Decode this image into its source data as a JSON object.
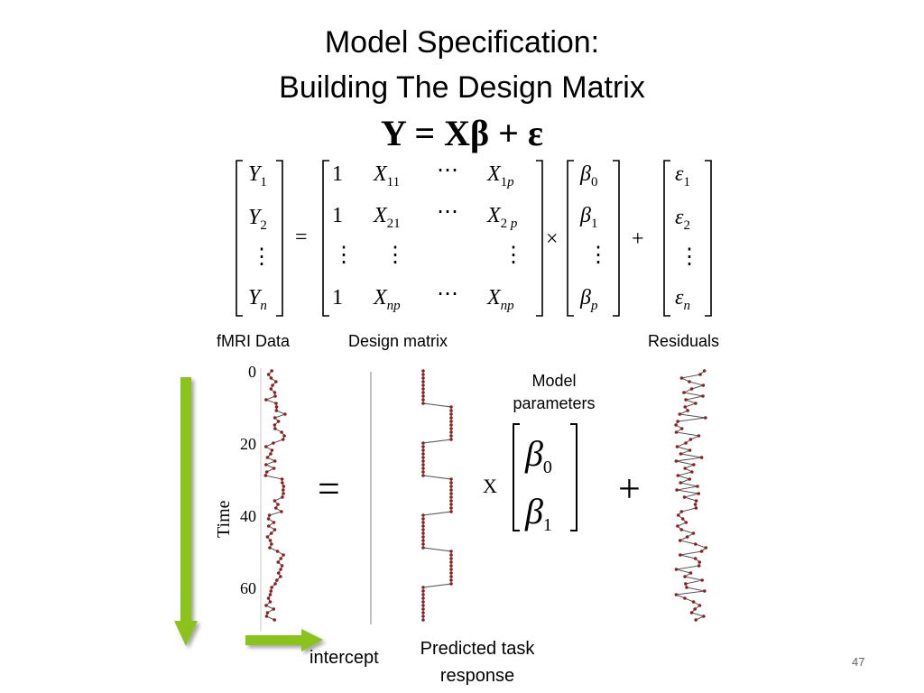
{
  "slide": {
    "title_line1": "Model Specification:",
    "title_line2": "Building The Design Matrix",
    "equation_main": "Y = Xβ + ε",
    "page_number": "47"
  },
  "matrix_equation": {
    "Y": [
      "Y1",
      "Y2",
      "⋮",
      "Yn"
    ],
    "X_rows": [
      [
        "1",
        "X11",
        "⋯",
        "X1p"
      ],
      [
        "1",
        "X21",
        "⋯",
        "X2p"
      ],
      [
        "⋮",
        "⋮",
        "",
        "⋮"
      ],
      [
        "1",
        "Xnp",
        "⋯",
        "Xnp"
      ]
    ],
    "beta": [
      "β0",
      "β1",
      "⋮",
      "βp"
    ],
    "epsilon": [
      "ε1",
      "ε2",
      "⋮",
      "εn"
    ],
    "equals": "=",
    "times": "×",
    "plus": "+"
  },
  "labels": {
    "fmri_data": "fMRI Data",
    "design_matrix": "Design matrix",
    "residuals": "Residuals",
    "model_parameters_line1": "Model",
    "model_parameters_line2": "parameters",
    "time_axis": "Time",
    "intercept": "intercept",
    "predicted_line1": "Predicted task",
    "predicted_line2": "response",
    "big_equals": "=",
    "big_times": "X",
    "big_plus": "+",
    "beta0": "β0",
    "beta1": "β1"
  },
  "time_axis": {
    "ticks": [
      "0",
      "20",
      "40",
      "60"
    ],
    "range": [
      0,
      70
    ]
  },
  "colors": {
    "arrow_green": "#8cc21c",
    "dot_red": "#8b2020",
    "trace_gray": "#555555"
  }
}
